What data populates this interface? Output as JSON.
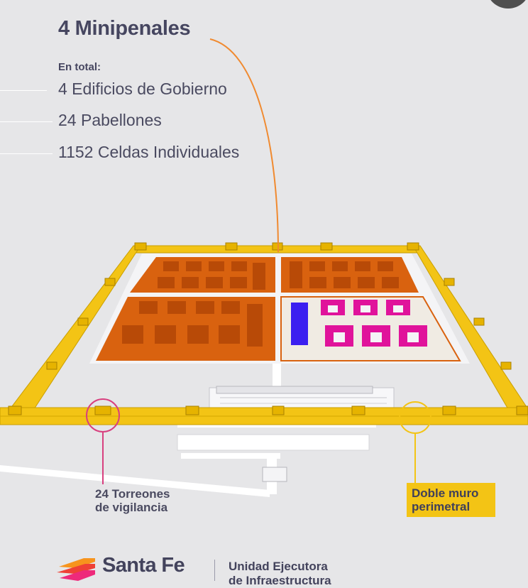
{
  "header": {
    "title": "4 Minipenales",
    "total_label": "En total:",
    "stats": [
      "4 Edificios de Gobierno",
      "24 Pabellones",
      "1152 Celdas Individuales"
    ]
  },
  "callouts": {
    "towers": [
      "24 Torreones",
      "de vigilancia"
    ],
    "wall": [
      "Doble muro",
      "perimetral"
    ]
  },
  "footer": {
    "brand": "Santa Fe",
    "unit": [
      "Unidad Ejecutora",
      "de Infraestructura"
    ]
  },
  "colors": {
    "background": "#e6e6e8",
    "wall_yellow": "#f3c415",
    "block_orange": "#d9620f",
    "pavilion_pink": "#e0139b",
    "government_blue": "#3b1ff0",
    "leader_orange": "#f08a30",
    "tower_marker": "#d8407f",
    "wall_marker": "#f3c415"
  },
  "icons": [
    "santa-fe-logo-icon"
  ]
}
